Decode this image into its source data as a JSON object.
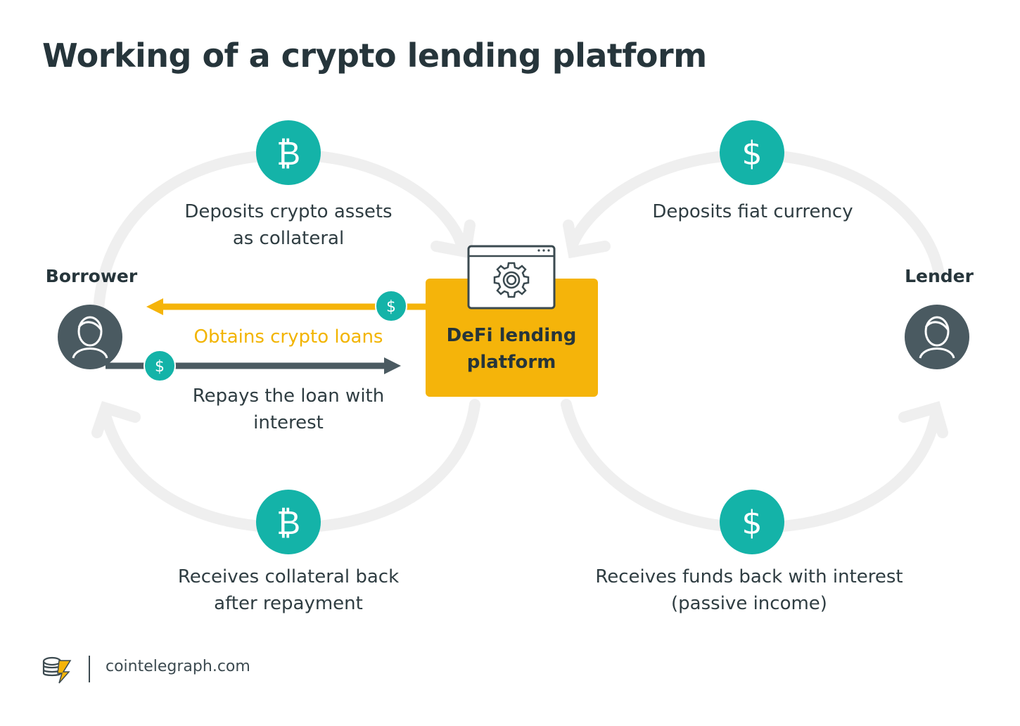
{
  "title": "Working of a crypto lending platform",
  "nodes": {
    "borrower": "Borrower",
    "lender": "Lender",
    "platform": {
      "line1": "DeFi lending",
      "line2": "platform"
    }
  },
  "steps": {
    "deposit_collateral": {
      "line1": "Deposits crypto assets",
      "line2": "as collateral",
      "icon": "bitcoin-icon"
    },
    "deposit_fiat": {
      "line1": "Deposits fiat currency",
      "icon": "dollar-icon"
    },
    "obtain_loans": {
      "label": "Obtains crypto loans",
      "icon": "dollar-icon"
    },
    "repay_loan": {
      "line1": "Repays the loan with",
      "line2": "interest",
      "icon": "dollar-icon"
    },
    "collateral_back": {
      "line1": "Receives collateral back",
      "line2": "after repayment",
      "icon": "bitcoin-icon"
    },
    "funds_back": {
      "line1": "Receives funds back with interest",
      "line2": "(passive income)",
      "icon": "dollar-icon"
    }
  },
  "footer": {
    "brand": "cointelegraph.com"
  },
  "colors": {
    "teal": "#14b3a8",
    "yellow": "#f5b40a",
    "dark": "#4a5a61",
    "arc": "#eeeeee"
  }
}
